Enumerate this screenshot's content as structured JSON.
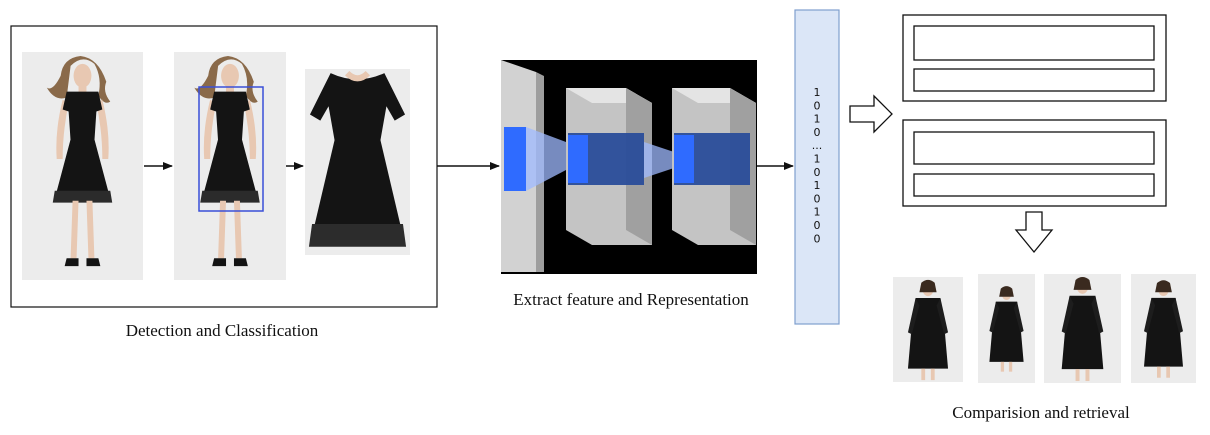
{
  "captions": {
    "detection": "Detection and Classification",
    "extract": "Extract feature and Representation",
    "retrieval": "Comparision and retrieval"
  },
  "feature_vector": {
    "bits": [
      "1",
      "0",
      "1",
      "0",
      "...",
      "1",
      "0",
      "1",
      "0",
      "1",
      "0",
      "0"
    ]
  },
  "colors": {
    "stroke": "#111111",
    "vector_fill": "#dbe6f7",
    "vector_stroke": "#7f9fce",
    "photo_bg": "#ececec",
    "dress": "#141414",
    "skin": "#e8c8b2",
    "hair": "#8a6a4a",
    "cnn_bg": "#000000",
    "cnn_block": "#cfcfcf",
    "cnn_kernel": "#2f6bff",
    "cnn_inner": "#2a4d9a",
    "bbox": "#3a4fd8"
  },
  "icons": {
    "figure": "woman-in-black-dress",
    "network": "cnn-feature-extractor",
    "arrow": "hollow-arrow"
  }
}
